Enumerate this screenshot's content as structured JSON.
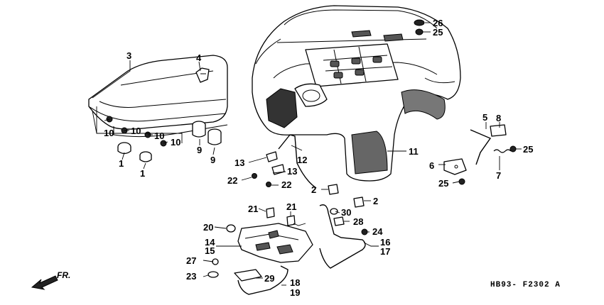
{
  "diagram_code": "HB93- F2302 A",
  "front_arrow_label": "FR.",
  "callouts": {
    "c1a": "1",
    "c1b": "1",
    "c2a": "2",
    "c2b": "2",
    "c3": "3",
    "c4": "4",
    "c5": "5",
    "c6": "6",
    "c7": "7",
    "c8": "8",
    "c9a": "9",
    "c9b": "9",
    "c10a": "10",
    "c10b": "10",
    "c10c": "10",
    "c10d": "10",
    "c11": "11",
    "c12": "12",
    "c13a": "13",
    "c13b": "13",
    "c14": "14",
    "c15": "15",
    "c16": "16",
    "c17": "17",
    "c18": "18",
    "c19": "19",
    "c20": "20",
    "c21a": "21",
    "c21b": "21",
    "c22a": "22",
    "c22b": "22",
    "c23": "23",
    "c24": "24",
    "c25a": "25",
    "c25b": "25",
    "c25c": "25",
    "c26": "26",
    "c27": "27",
    "c28": "28",
    "c29": "29",
    "c30": "30"
  }
}
